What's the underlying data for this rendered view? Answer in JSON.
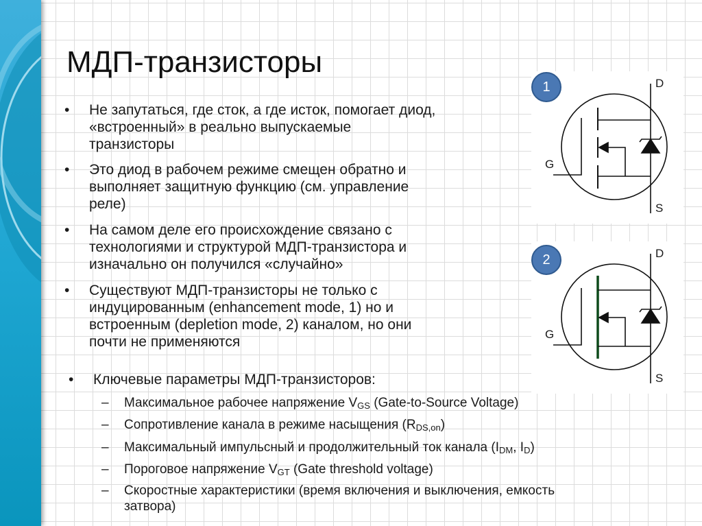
{
  "title": "МДП-транзисторы",
  "bullets": [
    {
      "lines": [
        "Не запутаться, где сток, а где исток, помогает диод,",
        "«встроенный» в реально выпускаемые",
        "транзисторы"
      ]
    },
    {
      "lines": [
        "Это диод в рабочем режиме смещен обратно и",
        "выполняет защитную функцию (см. управление",
        "реле)"
      ]
    },
    {
      "lines": [
        "На самом деле его происхождение связано с",
        "технологиями и структурой МДП-транзистора и",
        "изначально он получился «случайно»"
      ]
    },
    {
      "lines": [
        "Существуют МДП-транзисторы не только с",
        "индуцированным (enhancement mode, 1) но и",
        "встроенным (depletion mode, 2) каналом, но они",
        "почти не применяются"
      ]
    }
  ],
  "key_params": {
    "heading": "Ключевые параметры МДП-транзисторов:",
    "items": [
      {
        "a": "Максимальное рабочее напряжение V",
        "sub": "GS",
        "b": " (Gate-to-Source Voltage)"
      },
      {
        "a": "Сопротивление канала в режиме насыщения (R",
        "sub": "DS,on",
        "b": ")"
      },
      {
        "a": "Максимальный импульсный и продолжительный ток канала (I",
        "sub": "DM",
        "b": ", I",
        "sub2": "D",
        "c": ")"
      },
      {
        "a": "Пороговое напряжение V",
        "sub": "GT",
        "b": " (Gate threshold voltage)"
      },
      {
        "lines": [
          "Скоростные характеристики (время включения и выключения, емкость",
          "затвора)"
        ]
      }
    ]
  },
  "diagrams": [
    {
      "badge": "1",
      "d": "D",
      "g": "G",
      "s": "S",
      "mode": "enhancement"
    },
    {
      "badge": "2",
      "d": "D",
      "g": "G",
      "s": "S",
      "mode": "depletion"
    }
  ],
  "colors": {
    "badge": "#4a78b4",
    "depletion_channel": "#0d4a1a",
    "band": "#1ea6d2"
  }
}
